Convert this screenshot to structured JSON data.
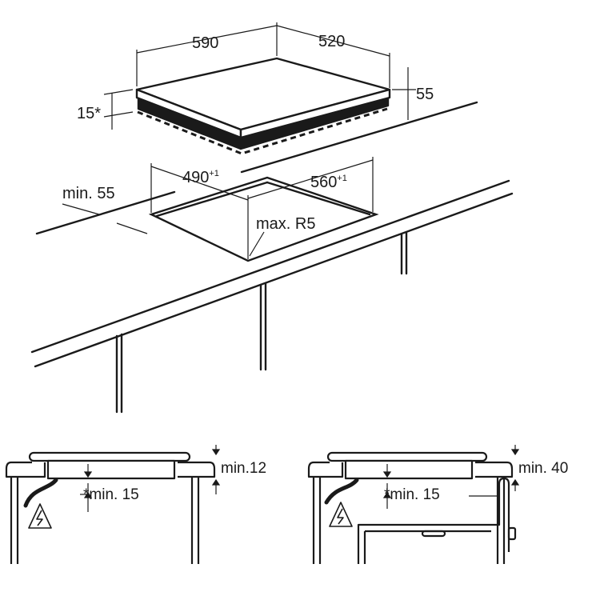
{
  "hob": {
    "width": "590",
    "depth": "520",
    "height": "55",
    "thickness": "15*"
  },
  "cutout": {
    "width": "490",
    "width_tol": "+1",
    "depth": "560",
    "depth_tol": "+1",
    "radius": "max. R5",
    "edge_distance": "min. 55"
  },
  "section_left": {
    "top_gap": "min.12",
    "bottom_gap": "*min. 15"
  },
  "section_right": {
    "top_gap": "min. 40",
    "bottom_gap": "*min. 15"
  },
  "colors": {
    "line": "#1a1a1a",
    "background": "#ffffff"
  },
  "icons": {
    "warning": "electric-hazard-icon"
  }
}
